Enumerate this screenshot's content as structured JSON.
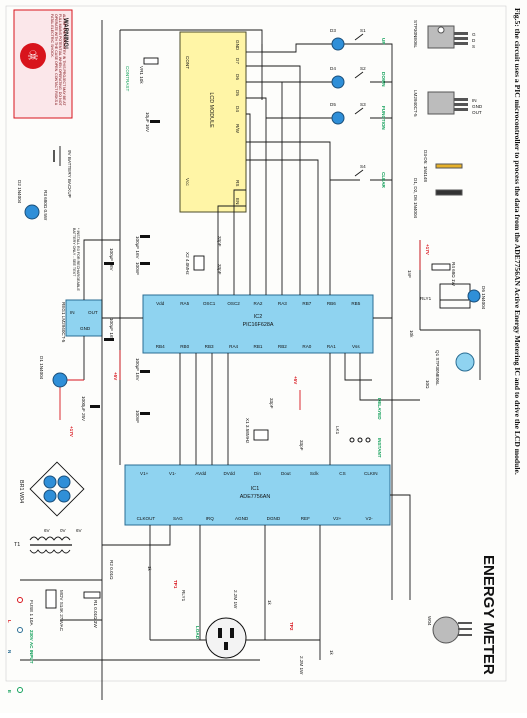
{
  "caption": "Fig.5: the circuit uses a PIC microcontroller to process the data from the ADE7756AN Active Energy Metering IC and to drive the LCD module.",
  "title": "ENERGY METER",
  "colors": {
    "ic_fill": "#8fd3f0",
    "lcd_fill": "#fff5a6",
    "wire": "#1a1a1a",
    "red": "#d8141c",
    "green": "#12a05a",
    "led": "#2f8fd8"
  },
  "warning": {
    "heading": "WARNING!",
    "text": "ALL OF THE CIRCUITRY IN THIS PROJECT MAY BE AT FULL MAINS POTENTIAL WHEN OPERATING. DO NOT OPERATE WITH THE CASE OPEN. CONTACT RISKS A FATAL ELECTRIC SHOCK."
  },
  "ics": {
    "ic1": {
      "ref": "IC1",
      "part": "ADE7756AN"
    },
    "ic2": {
      "ref": "IC2",
      "part": "PIC16F628A"
    },
    "reg1": {
      "ref": "REG1 LM2940CT-5",
      "in": "IN",
      "gnd": "GND",
      "out": "OUT"
    },
    "lcd": {
      "name": "LCD MODULE",
      "cont": "CONT",
      "vcc": "Vcc",
      "pins": [
        "GND",
        "D7",
        "D6",
        "D5",
        "D4",
        "R/W",
        "RS",
        "EN"
      ]
    }
  },
  "ic1_pins": [
    "V1+",
    "V1-",
    "AVdd",
    "DVdd",
    "Din",
    "Dout",
    "Sclk",
    "CS",
    "CLKIN",
    "CLKOUT",
    "SAG",
    "IRQ",
    "AGND",
    "DGND",
    "REF",
    "V2+",
    "V2-"
  ],
  "ic2_pins": [
    "Vdd",
    "RA5",
    "OSC1",
    "OSC2",
    "RA2",
    "RA3",
    "RB7",
    "RB6",
    "RB5",
    "RB4",
    "RB0",
    "RB3",
    "RA4",
    "RB1",
    "RB2",
    "RA0",
    "RA1",
    "Vss"
  ],
  "components": {
    "fuse1": "FUSE 1 10A",
    "input": "230V AC INPUT",
    "L": "L",
    "N": "N",
    "E": "E",
    "mov": "MOV S14K 275VAC",
    "t1": "T1",
    "t1_sec": [
      "6V",
      "0V",
      "6V"
    ],
    "br1": "BR1 W04",
    "r2": "R2 0.01Ω",
    "r1": "R1 0.01Ω 3W",
    "rly1": "RLY1",
    "load": "LOAD",
    "tp1": "TP1",
    "tp2": "TP2",
    "r_2m2a": "2.2M 1W",
    "r_2m2b": "2.2M 1W",
    "r_1k": "1k",
    "d1": "D1 1N4004",
    "d2": "D2 1N4004",
    "r3": "R3 680Ω 0.5W",
    "install_note": "* INSTALL R3 FOR RECHARGEABLE BATTERY ONLY - SEE TEXT",
    "battery": "9V BATTERY BACKUP",
    "c_1000": "1000μF 25V",
    "c_100a": "100μF 16V",
    "c_100n": "100nF",
    "c_10u": "10μF 16V",
    "x1": "X1 3.58MHz",
    "x2": "X2 4.0MHz",
    "c_33p": "33pF",
    "vr1": "VR1 10k",
    "contrast": "CONTRAST",
    "lk1": "LK1",
    "delayed": "DELAYED",
    "instant": "INSTANT",
    "q1": "Q1 STP30NE06L",
    "r4": "R4 68Ω 1W",
    "d6": "D6 1N4004",
    "s1": "S1",
    "s2": "S2",
    "s3": "S3",
    "s4": "S4",
    "d3": "D3",
    "d4": "D4",
    "d5": "D5",
    "up": "UP",
    "down": "DOWN",
    "function": "FUNCTION",
    "clear": "CLEAR",
    "plus17v": "+17V",
    "plus5v": "+5V",
    "r_10k": "10k",
    "r_10": "10Ω",
    "c_1nf": "1nF"
  },
  "pinouts": {
    "w04": "W04",
    "lm2940": "LM2940CT-5",
    "stp": "STP30NE06L",
    "diodes_a": "D3-D5: 1N4148",
    "diodes_b": "D1, D2, D6 1N4004",
    "pin_labels": {
      "in": "IN",
      "gnd": "GND",
      "out": "OUT",
      "g": "G",
      "d": "D",
      "s": "S"
    }
  }
}
